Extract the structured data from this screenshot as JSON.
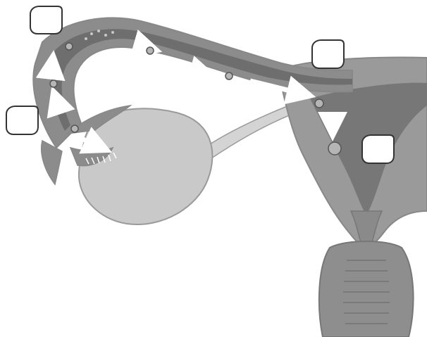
{
  "colors": {
    "background": "#ffffff",
    "outline": "#8a8a8a",
    "tube_wall": "#8c8c8c",
    "tube_lumen": "#6e6e6e",
    "uterus_outer": "#9a9a9a",
    "uterus_inner": "#777777",
    "ovary_fill": "#c9c9c9",
    "ligament": "#d4d4d4",
    "vagina": "#8e8e8e",
    "arrow": "#ffffff",
    "cell": "#b5b5b5",
    "label_border": "#333333"
  },
  "icons": {
    "arrow": "white-arrow-icon",
    "cell": "egg-cell-icon"
  },
  "labels": [
    {
      "name": "label-box-top-left",
      "text": ""
    },
    {
      "name": "label-box-left",
      "text": ""
    },
    {
      "name": "label-box-top-right",
      "text": ""
    },
    {
      "name": "label-box-uterus",
      "text": ""
    }
  ]
}
